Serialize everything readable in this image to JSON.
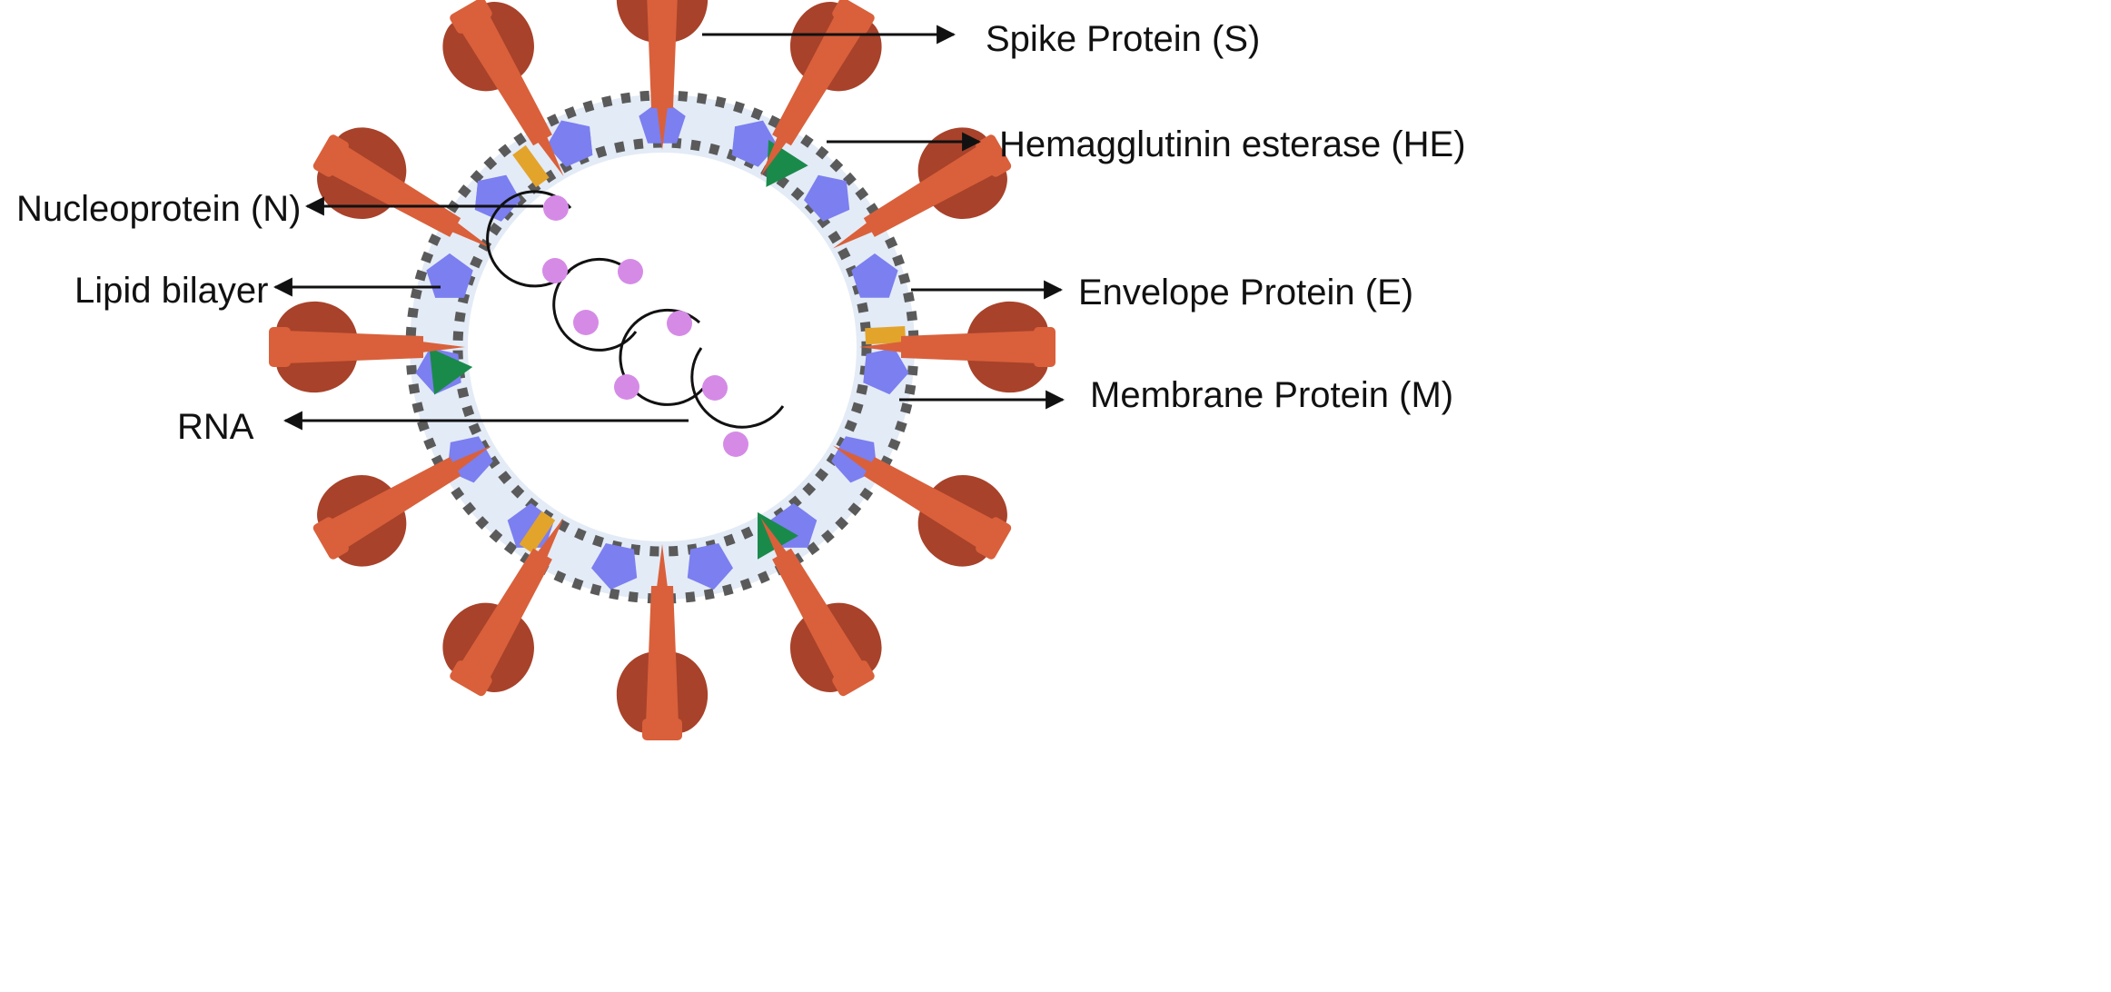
{
  "labels": {
    "spike": "Spike Protein (S)",
    "hemagglutinin": "Hemagglutinin esterase (HE)",
    "nucleoprotein": "Nucleoprotein (N)",
    "lipid": "Lipid bilayer",
    "envelope": "Envelope Protein (E)",
    "membrane": "Membrane Protein (M)",
    "rna": "RNA"
  },
  "colors": {
    "spike_head_dark": "#a8422a",
    "spike_stalk": "#d9603b",
    "membrane_protein": "#7b7ff0",
    "envelope_protein": "#e3a42b",
    "hemagglutinin": "#1a8a4a",
    "nucleoprotein": "#d58be6",
    "lipid_band": "#e3ebf6",
    "lipid_dots": "#5a5a5a",
    "rna": "#111111"
  }
}
